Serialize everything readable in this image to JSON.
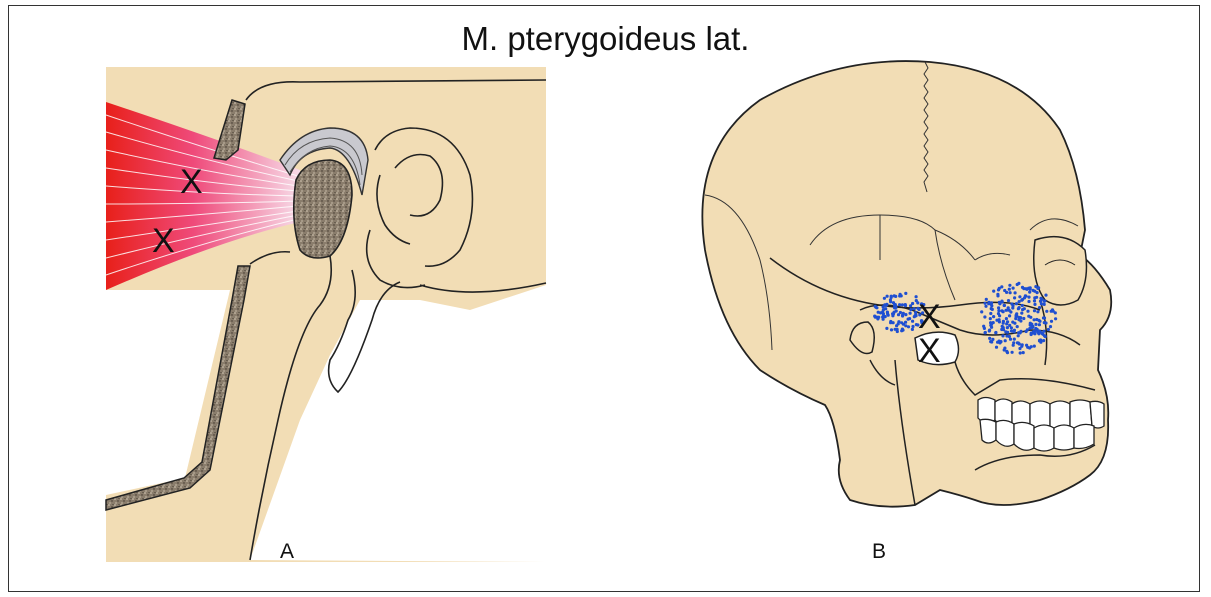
{
  "title": "M. pterygoideus lat.",
  "panels": [
    {
      "label": "A"
    },
    {
      "label": "B"
    }
  ],
  "markers": {
    "symbol": "X"
  },
  "colors": {
    "skin": "#f2ddb5",
    "muscle_red": "#e8201a",
    "muscle_pink": "#f4a9c7",
    "bone_cut": "#7a6f62",
    "referred_pain": "#1f4fd1",
    "outline": "#222222"
  }
}
